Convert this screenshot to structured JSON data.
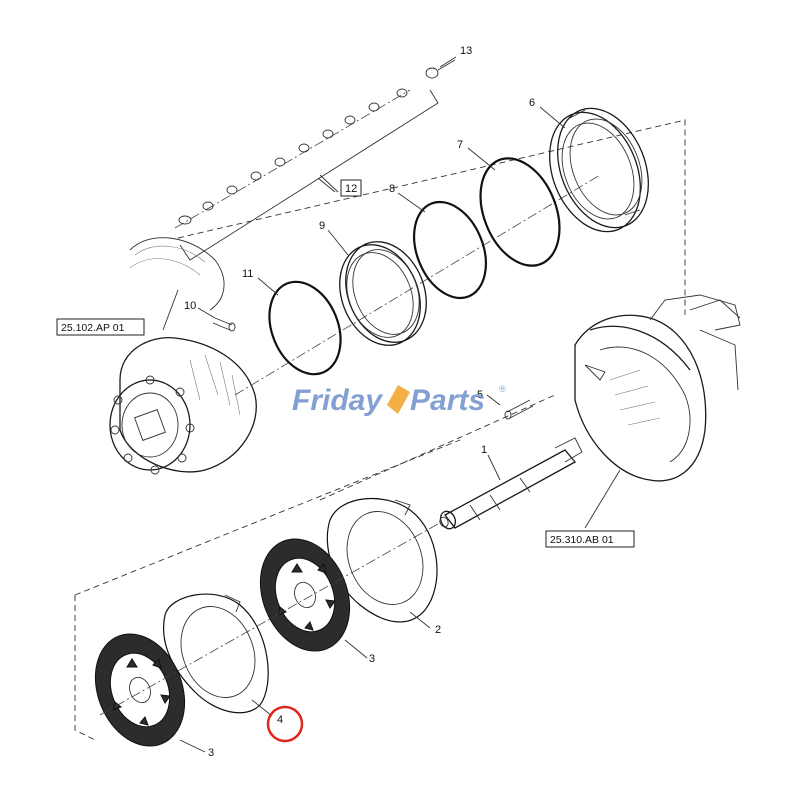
{
  "callouts": {
    "c1": "1",
    "c2": "2",
    "c3a": "3",
    "c3b": "3",
    "c4": "4",
    "c5": "5",
    "c6": "6",
    "c7": "7",
    "c8": "8",
    "c9": "9",
    "c10": "10",
    "c11": "11",
    "c12": "12",
    "c13": "13"
  },
  "refs": {
    "ref_hub": "25.102.AP 01",
    "ref_housing": "25.310.AB 01"
  },
  "watermark": {
    "part1": "Friday",
    "part2": "Parts",
    "reg": "®"
  },
  "colors": {
    "accent_red": "#e0251b",
    "watermark_blue": "#6f8fc9",
    "watermark_orange": "#f0a225"
  }
}
